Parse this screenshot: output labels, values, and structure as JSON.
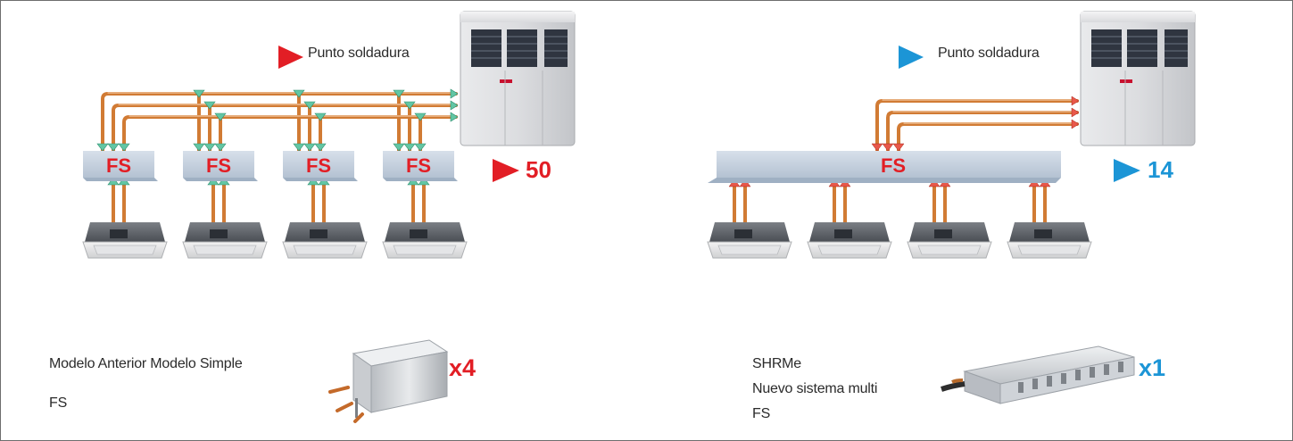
{
  "colors": {
    "red_accent": "#e21e25",
    "blue_accent": "#1c95d6",
    "pipe": "#d17b34",
    "fs_box": "#c7d3e0",
    "fs_text_red": "#e21e25",
    "frame": "#6e6e6e"
  },
  "left": {
    "legend_label": "Punto soldadura",
    "count": "50",
    "fs_boxes": [
      "FS",
      "FS",
      "FS",
      "FS"
    ],
    "bottom_line1": "Modelo Anterior Modelo Simple",
    "bottom_line2": "FS",
    "multiplier": "x4"
  },
  "right": {
    "legend_label": "Punto soldadura",
    "count": "14",
    "fs_box": "FS",
    "bottom_line1": "SHRMe",
    "bottom_line2": "Nuevo sistema multi",
    "bottom_line3": "FS",
    "multiplier": "x1"
  },
  "icons": [
    "outdoor-unit-icon",
    "cassette-unit-icon",
    "branch-box-icon",
    "multi-branch-box-icon",
    "weld-point-arrow-icon"
  ]
}
